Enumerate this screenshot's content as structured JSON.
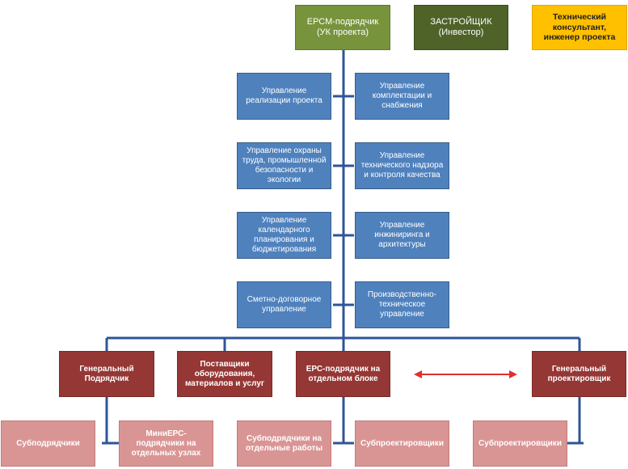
{
  "top": {
    "epcm": "ЕРСМ-подрядчик\n(УК проекта)",
    "developer": "ЗАСТРОЙЩИК\n(Инвестор)",
    "consultant": "Технический консультант, инженер проекта"
  },
  "departments_left": [
    "Управление реализации проекта",
    "Управление охраны труда, промышленной безопасности и экологии",
    "Управление календарного планирования и бюджетирования",
    "Сметно-договорное управление"
  ],
  "departments_right": [
    "Управление комплектации и снабжения",
    "Управление технического надзора и контроля качества",
    "Управление инжиниринга и архитектуры",
    "Производственно-техническое управление"
  ],
  "contractors": {
    "general": "Генеральный Подрядчик",
    "suppliers": "Поставщики оборудования, материалов и услуг",
    "epc_block": "ЕРС-подрядчик на отдельном блоке",
    "designer": "Генеральный проектировщик"
  },
  "subs": {
    "sub1": "Субподрядчики",
    "mini_epc": "МиниЕРС-подрядчики на отдельных узлах",
    "sub2": "Субподрядчики на отдельные работы",
    "design_sub1": "Субпроектировщики",
    "design_sub2": "Субпроектировщики"
  },
  "colors": {
    "connector": "#2f5597",
    "arrow": "#e03030"
  }
}
